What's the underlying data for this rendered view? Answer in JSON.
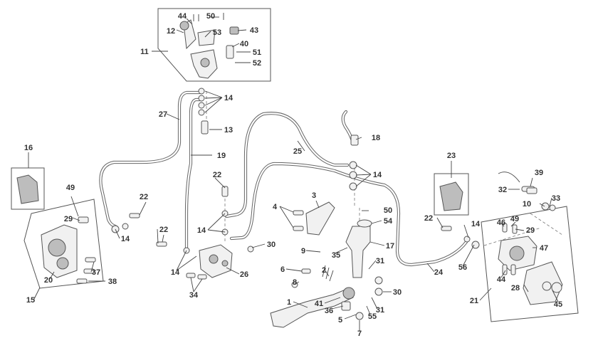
{
  "diagram": {
    "callouts": [
      {
        "id": "c44a",
        "text": "44"
      },
      {
        "id": "c50a",
        "text": "50"
      },
      {
        "id": "c12",
        "text": "12"
      },
      {
        "id": "c53",
        "text": "53"
      },
      {
        "id": "c43",
        "text": "43"
      },
      {
        "id": "c11",
        "text": "11"
      },
      {
        "id": "c40",
        "text": "40"
      },
      {
        "id": "c51",
        "text": "51"
      },
      {
        "id": "c52",
        "text": "52"
      },
      {
        "id": "c14a",
        "text": "14"
      },
      {
        "id": "c27",
        "text": "27"
      },
      {
        "id": "c13",
        "text": "13"
      },
      {
        "id": "c19",
        "text": "19"
      },
      {
        "id": "c18",
        "text": "18"
      },
      {
        "id": "c25",
        "text": "25"
      },
      {
        "id": "c14b",
        "text": "14"
      },
      {
        "id": "c16",
        "text": "16"
      },
      {
        "id": "c22a",
        "text": "22"
      },
      {
        "id": "c22b",
        "text": "22"
      },
      {
        "id": "c3",
        "text": "3"
      },
      {
        "id": "c23",
        "text": "23"
      },
      {
        "id": "c39",
        "text": "39"
      },
      {
        "id": "c32",
        "text": "32"
      },
      {
        "id": "c33",
        "text": "33"
      },
      {
        "id": "c10",
        "text": "10"
      },
      {
        "id": "c49a",
        "text": "49"
      },
      {
        "id": "c29a",
        "text": "29"
      },
      {
        "id": "c14c",
        "text": "14"
      },
      {
        "id": "c4",
        "text": "4"
      },
      {
        "id": "c50b",
        "text": "50"
      },
      {
        "id": "c54",
        "text": "54"
      },
      {
        "id": "c22c",
        "text": "22"
      },
      {
        "id": "c14d",
        "text": "14"
      },
      {
        "id": "c49b",
        "text": "49"
      },
      {
        "id": "c46",
        "text": "46"
      },
      {
        "id": "c29b",
        "text": "29"
      },
      {
        "id": "c22d",
        "text": "22"
      },
      {
        "id": "c14e",
        "text": "14"
      },
      {
        "id": "c30a",
        "text": "30"
      },
      {
        "id": "c9",
        "text": "9"
      },
      {
        "id": "c35",
        "text": "35"
      },
      {
        "id": "c17",
        "text": "17"
      },
      {
        "id": "c47",
        "text": "47"
      },
      {
        "id": "c37",
        "text": "37"
      },
      {
        "id": "c14f",
        "text": "14"
      },
      {
        "id": "c26",
        "text": "26"
      },
      {
        "id": "c6",
        "text": "6"
      },
      {
        "id": "c2",
        "text": "2"
      },
      {
        "id": "c31a",
        "text": "31"
      },
      {
        "id": "c24",
        "text": "24"
      },
      {
        "id": "c56",
        "text": "56"
      },
      {
        "id": "c20",
        "text": "20"
      },
      {
        "id": "c38",
        "text": "38"
      },
      {
        "id": "c8",
        "text": "8"
      },
      {
        "id": "c44b",
        "text": "44"
      },
      {
        "id": "c34",
        "text": "34"
      },
      {
        "id": "c30b",
        "text": "30"
      },
      {
        "id": "c28",
        "text": "28"
      },
      {
        "id": "c15",
        "text": "15"
      },
      {
        "id": "c1",
        "text": "1"
      },
      {
        "id": "c41",
        "text": "41"
      },
      {
        "id": "c21",
        "text": "21"
      },
      {
        "id": "c36",
        "text": "36"
      },
      {
        "id": "c31b",
        "text": "31"
      },
      {
        "id": "c45",
        "text": "45"
      },
      {
        "id": "c5",
        "text": "5"
      },
      {
        "id": "c55",
        "text": "55"
      },
      {
        "id": "c7",
        "text": "7"
      }
    ]
  }
}
